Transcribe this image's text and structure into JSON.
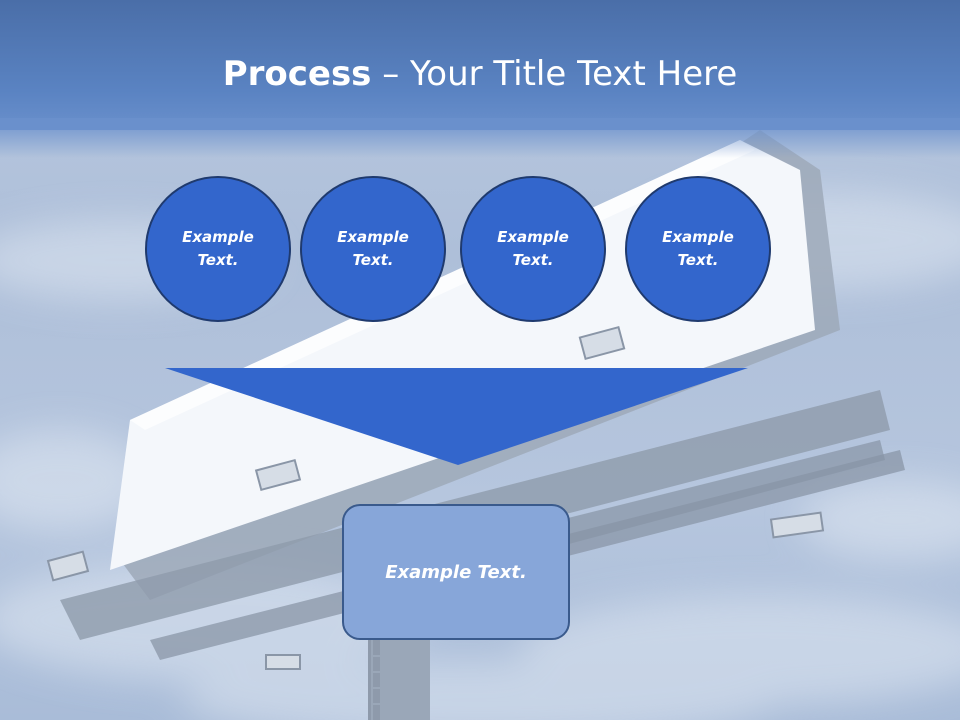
{
  "slide": {
    "title_bold": "Process",
    "title_rest": " – Your Title Text Here"
  },
  "steps": [
    {
      "label": "Example Text."
    },
    {
      "label": "Example Text."
    },
    {
      "label": "Example Text."
    },
    {
      "label": "Example Text."
    }
  ],
  "result": {
    "label": "Example Text."
  },
  "colors": {
    "circle_fill": "#3366cc",
    "circle_border": "#1f3a6e",
    "arrow_fill": "#3366cc",
    "result_fill": "#87a6d9",
    "banner": "#5a83c2"
  }
}
